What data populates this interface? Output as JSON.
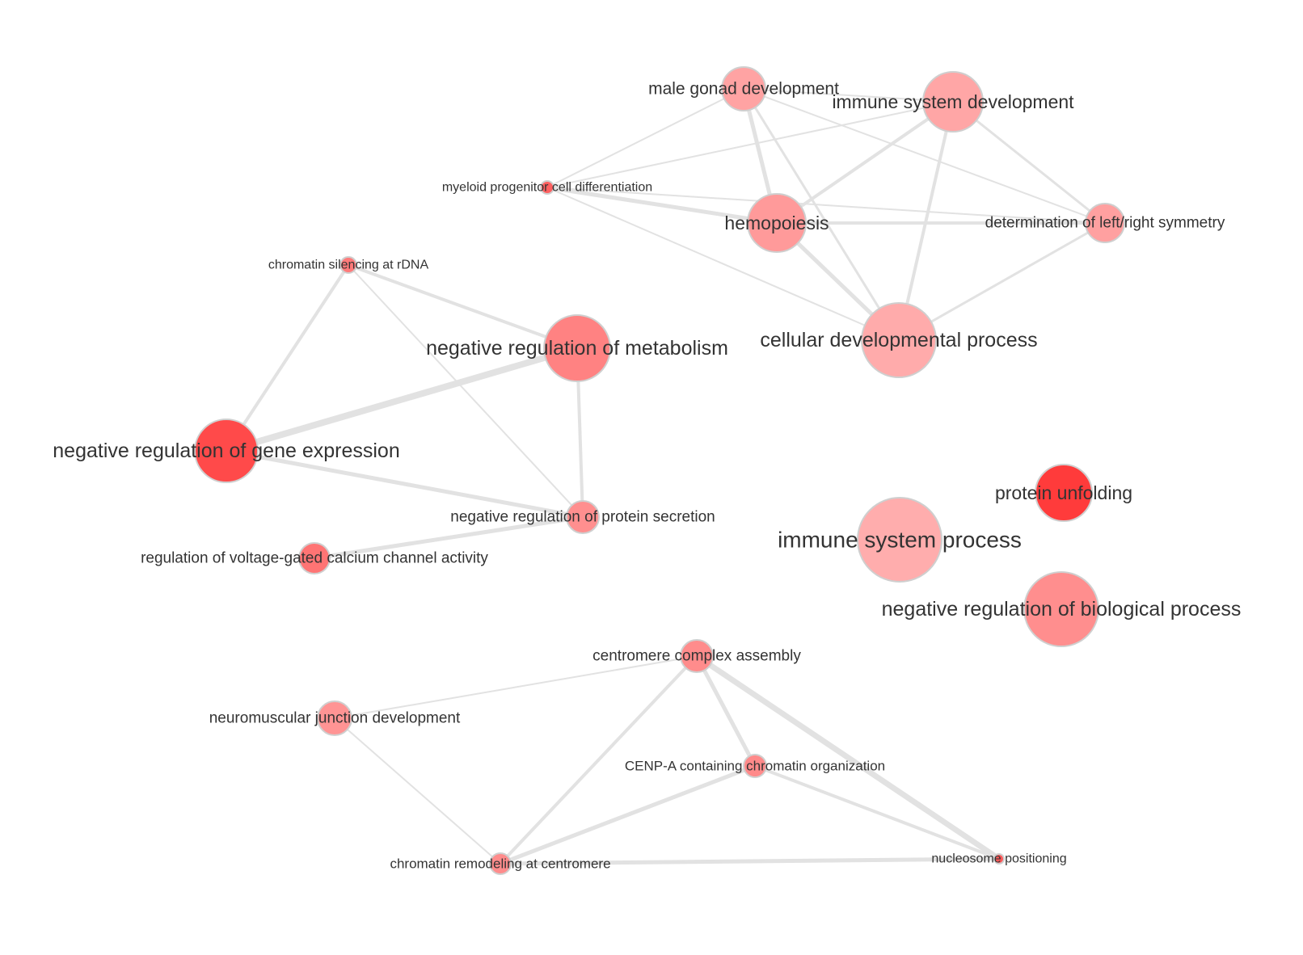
{
  "palette": {
    "edge": "#e2e2e2",
    "node_stroke": "#cfcfcf",
    "label": "#333333"
  },
  "nodes": [
    {
      "id": "male-gonad",
      "label": "male gonad development",
      "color": "#ffa3a3"
    },
    {
      "id": "immune-system-development",
      "label": "immune system development",
      "color": "#ffa6a6"
    },
    {
      "id": "myeloid",
      "label": "myeloid progenitor cell differentiation",
      "color": "#ff6060"
    },
    {
      "id": "hemopoiesis",
      "label": "hemopoiesis",
      "color": "#ff9a9a"
    },
    {
      "id": "left-right",
      "label": "determination of left/right symmetry",
      "color": "#ffa0a0"
    },
    {
      "id": "chromatin-silencing",
      "label": "chromatin silencing at rDNA",
      "color": "#ff7a7a"
    },
    {
      "id": "neg-reg-metabolism",
      "label": "negative regulation of metabolism",
      "color": "#ff8282"
    },
    {
      "id": "cellular-developmental",
      "label": "cellular developmental process",
      "color": "#ffabab"
    },
    {
      "id": "neg-reg-gene-expression",
      "label": "negative regulation of gene expression",
      "color": "#ff4a4a"
    },
    {
      "id": "protein-unfolding",
      "label": "protein unfolding",
      "color": "#ff3b3b"
    },
    {
      "id": "neg-reg-protein-secretion",
      "label": "negative regulation of protein secretion",
      "color": "#ff8f8f"
    },
    {
      "id": "immune-system-process",
      "label": "immune system process",
      "color": "#ffadad"
    },
    {
      "id": "voltage-gated",
      "label": "regulation of voltage-gated calcium channel activity",
      "color": "#ff7474"
    },
    {
      "id": "neg-reg-biological",
      "label": "negative regulation of biological process",
      "color": "#ff8e8e"
    },
    {
      "id": "centromere-complex",
      "label": "centromere complex assembly",
      "color": "#ff8c8c"
    },
    {
      "id": "neuromuscular",
      "label": "neuromuscular junction development",
      "color": "#ff9494"
    },
    {
      "id": "cenp-a",
      "label": "CENP-A containing chromatin organization",
      "color": "#ff8a8a"
    },
    {
      "id": "chromatin-remodeling",
      "label": "chromatin remodeling at centromere",
      "color": "#ff8c8c"
    },
    {
      "id": "nucleosome",
      "label": "nucleosome positioning",
      "color": "#ff5a5a"
    }
  ],
  "edges": [
    {
      "source": "male-gonad",
      "target": "myeloid",
      "weight": 2
    },
    {
      "source": "male-gonad",
      "target": "immune-system-development",
      "weight": 2
    },
    {
      "source": "male-gonad",
      "target": "hemopoiesis",
      "weight": 5
    },
    {
      "source": "male-gonad",
      "target": "cellular-developmental",
      "weight": 3
    },
    {
      "source": "male-gonad",
      "target": "left-right",
      "weight": 2
    },
    {
      "source": "immune-system-development",
      "target": "myeloid",
      "weight": 2
    },
    {
      "source": "immune-system-development",
      "target": "hemopoiesis",
      "weight": 4
    },
    {
      "source": "immune-system-development",
      "target": "cellular-developmental",
      "weight": 4
    },
    {
      "source": "immune-system-development",
      "target": "left-right",
      "weight": 3
    },
    {
      "source": "myeloid",
      "target": "hemopoiesis",
      "weight": 5
    },
    {
      "source": "myeloid",
      "target": "left-right",
      "weight": 2
    },
    {
      "source": "myeloid",
      "target": "cellular-developmental",
      "weight": 2
    },
    {
      "source": "hemopoiesis",
      "target": "left-right",
      "weight": 4
    },
    {
      "source": "hemopoiesis",
      "target": "cellular-developmental",
      "weight": 5
    },
    {
      "source": "left-right",
      "target": "cellular-developmental",
      "weight": 3
    },
    {
      "source": "chromatin-silencing",
      "target": "neg-reg-metabolism",
      "weight": 4
    },
    {
      "source": "chromatin-silencing",
      "target": "neg-reg-gene-expression",
      "weight": 4
    },
    {
      "source": "chromatin-silencing",
      "target": "neg-reg-protein-secretion",
      "weight": 2
    },
    {
      "source": "neg-reg-metabolism",
      "target": "neg-reg-gene-expression",
      "weight": 8
    },
    {
      "source": "neg-reg-metabolism",
      "target": "neg-reg-protein-secretion",
      "weight": 4
    },
    {
      "source": "neg-reg-gene-expression",
      "target": "neg-reg-protein-secretion",
      "weight": 5
    },
    {
      "source": "neg-reg-protein-secretion",
      "target": "voltage-gated",
      "weight": 5
    },
    {
      "source": "centromere-complex",
      "target": "neuromuscular",
      "weight": 2
    },
    {
      "source": "centromere-complex",
      "target": "cenp-a",
      "weight": 5
    },
    {
      "source": "centromere-complex",
      "target": "chromatin-remodeling",
      "weight": 4
    },
    {
      "source": "centromere-complex",
      "target": "nucleosome",
      "weight": 7
    },
    {
      "source": "neuromuscular",
      "target": "chromatin-remodeling",
      "weight": 2
    },
    {
      "source": "cenp-a",
      "target": "chromatin-remodeling",
      "weight": 5
    },
    {
      "source": "cenp-a",
      "target": "nucleosome",
      "weight": 4
    },
    {
      "source": "chromatin-remodeling",
      "target": "nucleosome",
      "weight": 5
    }
  ]
}
